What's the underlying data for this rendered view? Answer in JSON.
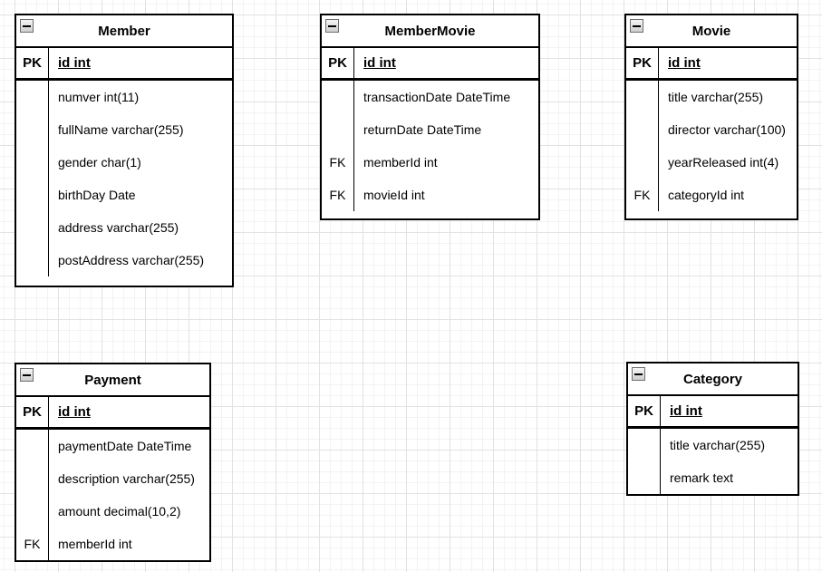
{
  "canvas": {
    "background": "#ffffff",
    "grid_minor_color": "#f3f3f3",
    "grid_major_color": "#e2e2e2"
  },
  "colors": {
    "entity_border": "#000000",
    "text": "#000000"
  },
  "icons": {
    "collapse": "minus-box"
  },
  "tables": [
    {
      "title": "Member",
      "pk": {
        "key": "PK",
        "field": "id int"
      },
      "rows": [
        {
          "key": "",
          "field": "numver int(11)"
        },
        {
          "key": "",
          "field": "fullName varchar(255)"
        },
        {
          "key": "",
          "field": "gender char(1)"
        },
        {
          "key": "",
          "field": "birthDay Date"
        },
        {
          "key": "",
          "field": "address varchar(255)"
        },
        {
          "key": "",
          "field": "postAddress varchar(255)"
        }
      ]
    },
    {
      "title": "MemberMovie",
      "pk": {
        "key": "PK",
        "field": "id int"
      },
      "rows": [
        {
          "key": "",
          "field": "transactionDate DateTime"
        },
        {
          "key": "",
          "field": "returnDate DateTime"
        },
        {
          "key": "FK",
          "field": "memberId int"
        },
        {
          "key": "FK",
          "field": "movieId int"
        }
      ]
    },
    {
      "title": "Movie",
      "pk": {
        "key": "PK",
        "field": "id int"
      },
      "rows": [
        {
          "key": "",
          "field": "title varchar(255)"
        },
        {
          "key": "",
          "field": "director varchar(100)"
        },
        {
          "key": "",
          "field": "yearReleased int(4)"
        },
        {
          "key": "FK",
          "field": "categoryId int"
        }
      ]
    },
    {
      "title": "Payment",
      "pk": {
        "key": "PK",
        "field": "id int"
      },
      "rows": [
        {
          "key": "",
          "field": "paymentDate DateTime"
        },
        {
          "key": "",
          "field": "description varchar(255)"
        },
        {
          "key": "",
          "field": "amount decimal(10,2)"
        },
        {
          "key": "FK",
          "field": "memberId int"
        }
      ]
    },
    {
      "title": "Category",
      "pk": {
        "key": "PK",
        "field": "id int"
      },
      "rows": [
        {
          "key": "",
          "field": "title varchar(255)"
        },
        {
          "key": "",
          "field": "remark text"
        }
      ]
    }
  ]
}
